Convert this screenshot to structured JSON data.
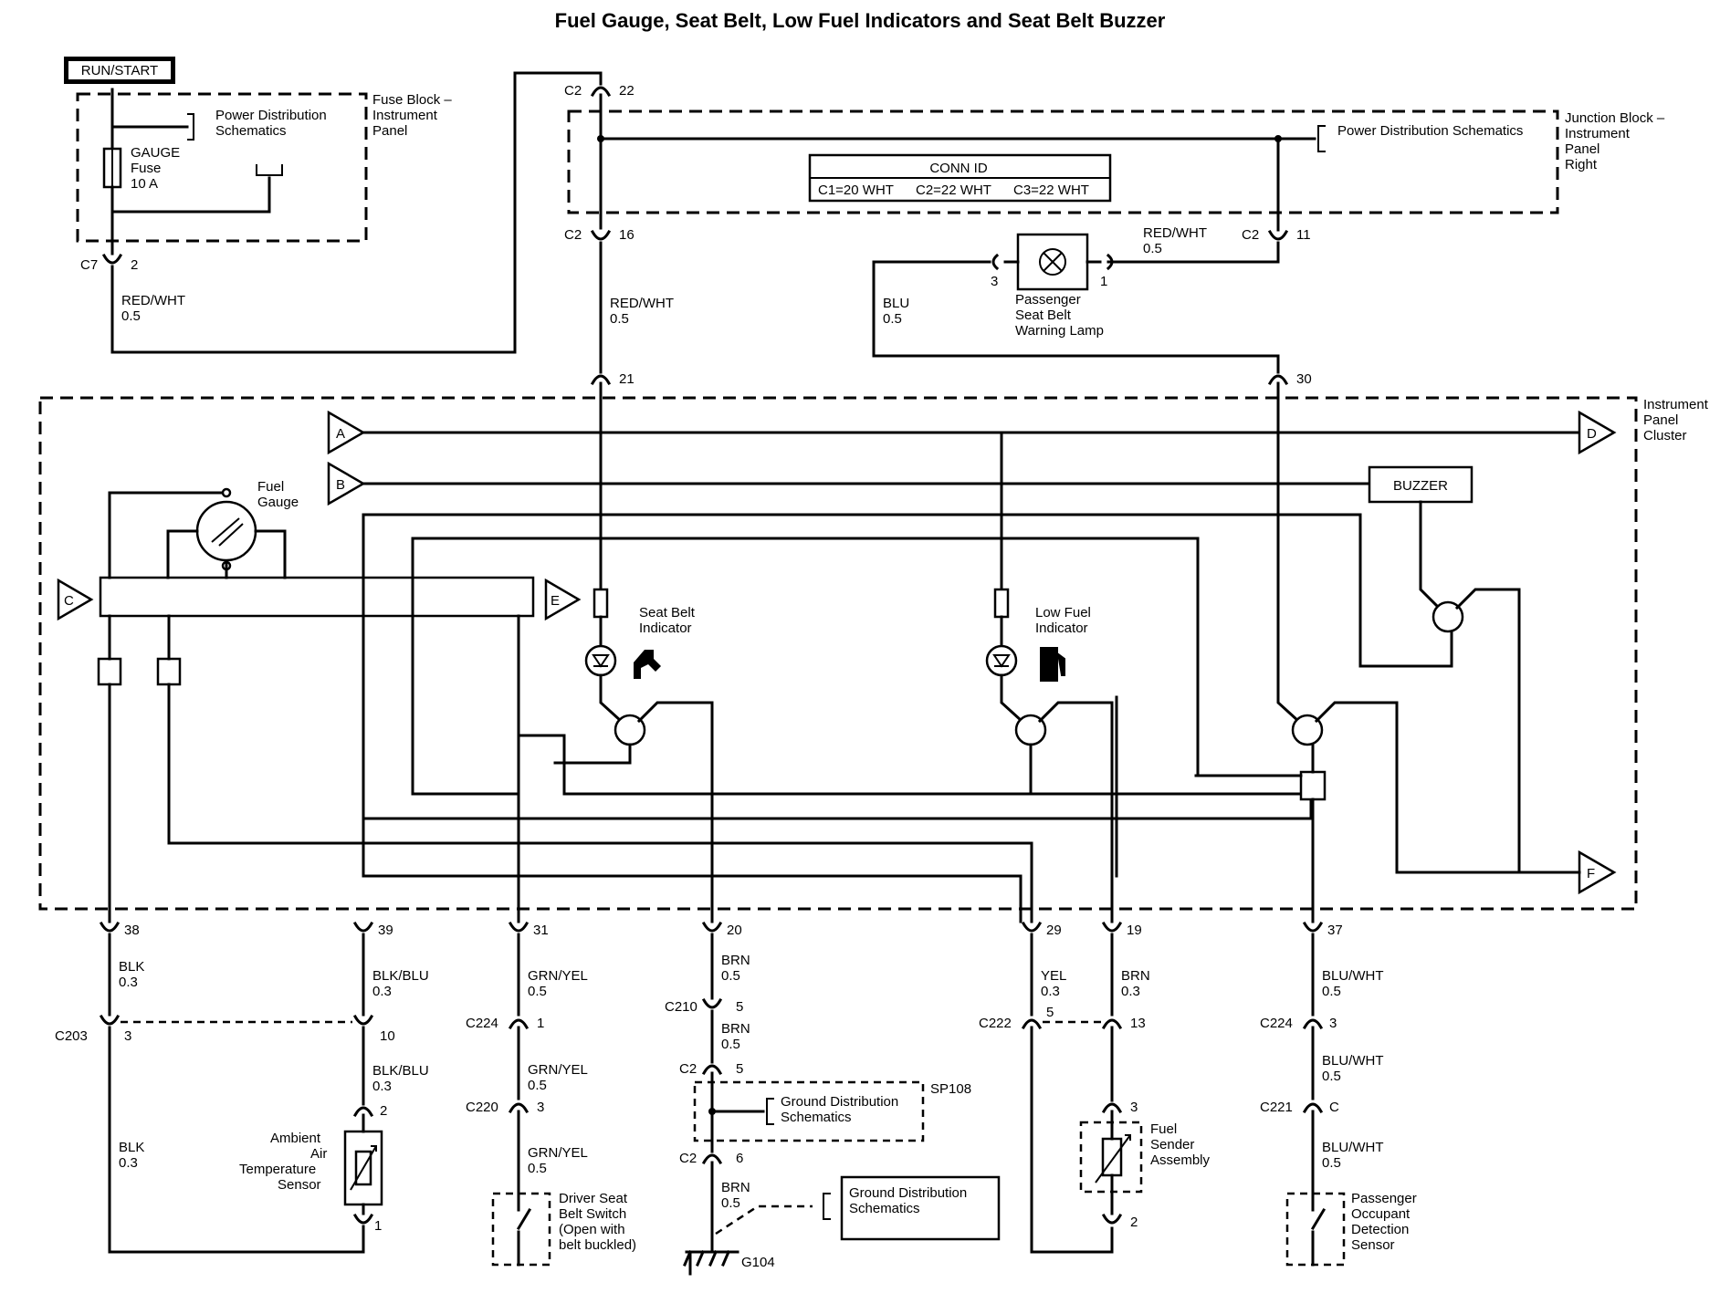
{
  "title": "Fuel Gauge, Seat Belt, Low Fuel Indicators and Seat Belt Buzzer",
  "power_source": "RUN/START",
  "fuse_block": {
    "label_1": "Fuse Block –",
    "label_2": "Instrument",
    "label_3": "Panel"
  },
  "fuse": {
    "l1": "GAUGE",
    "l2": "Fuse",
    "l3": "10 A"
  },
  "power_dist": {
    "l1": "Power Distribution",
    "l2": "Schematics",
    "jb": "Power Distribution Schematics"
  },
  "junction_block": {
    "l1": "Junction Block –",
    "l2": "Instrument",
    "l3": "Panel",
    "l4": "Right"
  },
  "conn_id": {
    "header": "CONN ID",
    "c1": "C1=20 WHT",
    "c2": "C2=22 WHT",
    "c3": "C3=22 WHT"
  },
  "connectors": {
    "c2": "C2",
    "c7": "C7",
    "p2": "2",
    "p22": "22",
    "p16": "16",
    "p11": "11",
    "p21": "21",
    "p30": "30",
    "p38": "38",
    "p39": "39",
    "p31": "31",
    "p20": "20",
    "p29": "29",
    "p19": "19",
    "p37": "37",
    "c203": "C203",
    "p3": "3",
    "p10": "10",
    "c224": "C224",
    "p1": "1",
    "c220": "C220",
    "c210": "C210",
    "p5": "5",
    "p6": "6",
    "c222": "C222",
    "p13": "13",
    "pC": "C",
    "c221": "C221"
  },
  "wires": {
    "redwht": "RED/WHT",
    "blu": "BLU",
    "blk": "BLK",
    "blkblu": "BLK/BLU",
    "grnyel": "GRN/YEL",
    "brn": "BRN",
    "yel": "YEL",
    "bluwht": "BLU/WHT",
    "s05": "0.5",
    "s03": "0.3"
  },
  "lamp": {
    "l1": "Passenger",
    "l2": "Seat Belt",
    "l3": "Warning Lamp",
    "pin3": "3",
    "pin1": "1"
  },
  "cluster": {
    "l1": "Instrument",
    "l2": "Panel",
    "l3": "Cluster"
  },
  "refs": {
    "a": "A",
    "b": "B",
    "c": "C",
    "d": "D",
    "e": "E",
    "f": "F"
  },
  "buzzer": "BUZZER",
  "fuel_gauge": {
    "l1": "Fuel",
    "l2": "Gauge"
  },
  "seatbelt_ind": {
    "l1": "Seat Belt",
    "l2": "Indicator"
  },
  "lowfuel_ind": {
    "l1": "Low Fuel",
    "l2": "Indicator"
  },
  "ambient": {
    "l1": "Ambient",
    "l2": "Air",
    "l3": "Temperature",
    "l4": "Sensor"
  },
  "driver_switch": {
    "l1": "Driver Seat",
    "l2": "Belt Switch",
    "l3": "(Open with",
    "l4": "belt buckled)"
  },
  "ground_dist": {
    "l1": "Ground Distribution",
    "l2": "Schematics",
    "sp": "SP108"
  },
  "ground": "G104",
  "fuel_sender": {
    "l1": "Fuel",
    "l2": "Sender",
    "l3": "Assembly"
  },
  "passenger_sensor": {
    "l1": "Passenger",
    "l2": "Occupant",
    "l3": "Detection",
    "l4": "Sensor"
  },
  "colors": {
    "ink": "#000000",
    "paper": "#ffffff"
  }
}
